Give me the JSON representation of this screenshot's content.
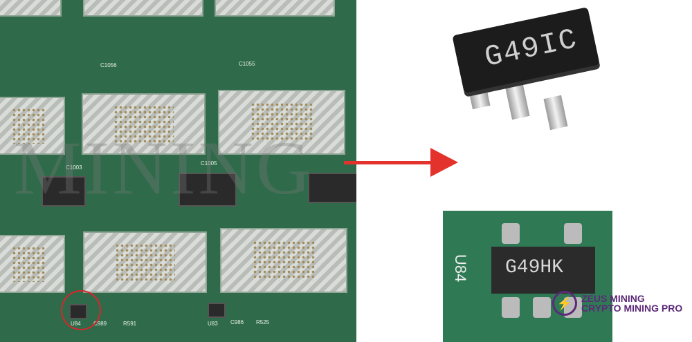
{
  "left_photo": {
    "labels": [
      "C1003",
      "C1005",
      "C1056",
      "C1055",
      "U84",
      "C989",
      "R591",
      "U83",
      "C986",
      "R525"
    ]
  },
  "chip_top": {
    "marking": "G49IC"
  },
  "chip_bottom": {
    "marking": "G49HK",
    "designator": "U84"
  },
  "watermark": "MINING",
  "logo": {
    "line1": "ZEUS MINING",
    "line2": "CRYPTO MINING PRO",
    "icon": "lightning-bolt-icon"
  },
  "colors": {
    "arrow": "#e2322b",
    "logo": "#5c2a78",
    "pcb": "#2f6b4a"
  }
}
